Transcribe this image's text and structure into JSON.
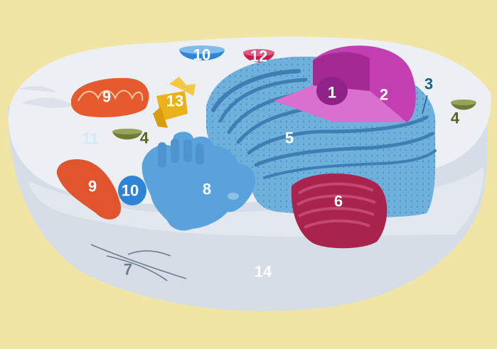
{
  "colors": {
    "background": "#f1e5a6",
    "cytoplasm_top": "#e9ecf1",
    "cytoplasm_side": "#d4dbe6",
    "er": "#6fb1dd",
    "er_dark": "#4a8fc4",
    "nucleus": "#c33fb1",
    "nucleolus": "#8e2286",
    "golgi": "#a8244d",
    "mitochondria": "#e55a2f",
    "lysosome": "#2f84d6",
    "centrosome": "#e9b21a",
    "vesicle": "#6e7a35",
    "peroxisome": "#c71f51"
  },
  "labels": [
    {
      "id": "nucleolus",
      "text": "1",
      "color": "#ffffff"
    },
    {
      "id": "nucleus",
      "text": "2",
      "color": "#ffffff"
    },
    {
      "id": "ribosome",
      "text": "3",
      "color": "#1f5f88"
    },
    {
      "id": "vesicle-right",
      "text": "4",
      "color": "#5b6326"
    },
    {
      "id": "vesicle-left",
      "text": "4",
      "color": "#5b6326"
    },
    {
      "id": "rough-er",
      "text": "5",
      "color": "#ffffff"
    },
    {
      "id": "golgi",
      "text": "6",
      "color": "#ffffff"
    },
    {
      "id": "cytoskeleton",
      "text": "7",
      "color": "#6b7b8a"
    },
    {
      "id": "smooth-er",
      "text": "8",
      "color": "#ffffff"
    },
    {
      "id": "mitochondrion-top",
      "text": "9",
      "color": "#ffffff"
    },
    {
      "id": "mitochondrion-bottom",
      "text": "9",
      "color": "#ffffff"
    },
    {
      "id": "lysosome-top",
      "text": "10",
      "color": "#ffffff"
    },
    {
      "id": "lysosome-bottom",
      "text": "10",
      "color": "#ffffff"
    },
    {
      "id": "cytoplasm",
      "text": "11",
      "color": "#d6e7f5"
    },
    {
      "id": "peroxisome",
      "text": "12",
      "color": "#ffffff"
    },
    {
      "id": "centrosome",
      "text": "13",
      "color": "#ffffff"
    },
    {
      "id": "cell-membrane",
      "text": "14",
      "color": "#ffffff"
    }
  ]
}
